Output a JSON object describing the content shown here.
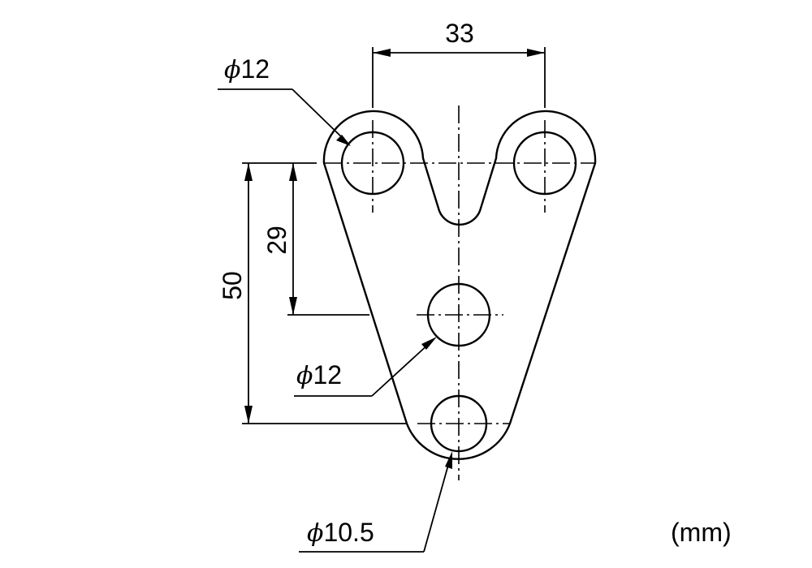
{
  "drawing": {
    "dimensions": {
      "hole_spacing": "33",
      "height_to_middle_hole": "29",
      "height_to_bottom_hole": "50",
      "top_hole_diameter": "12",
      "middle_hole_diameter": "12",
      "bottom_hole_diameter": "10.5"
    },
    "diameter_symbol": "ϕ",
    "unit_note": "(mm)"
  }
}
